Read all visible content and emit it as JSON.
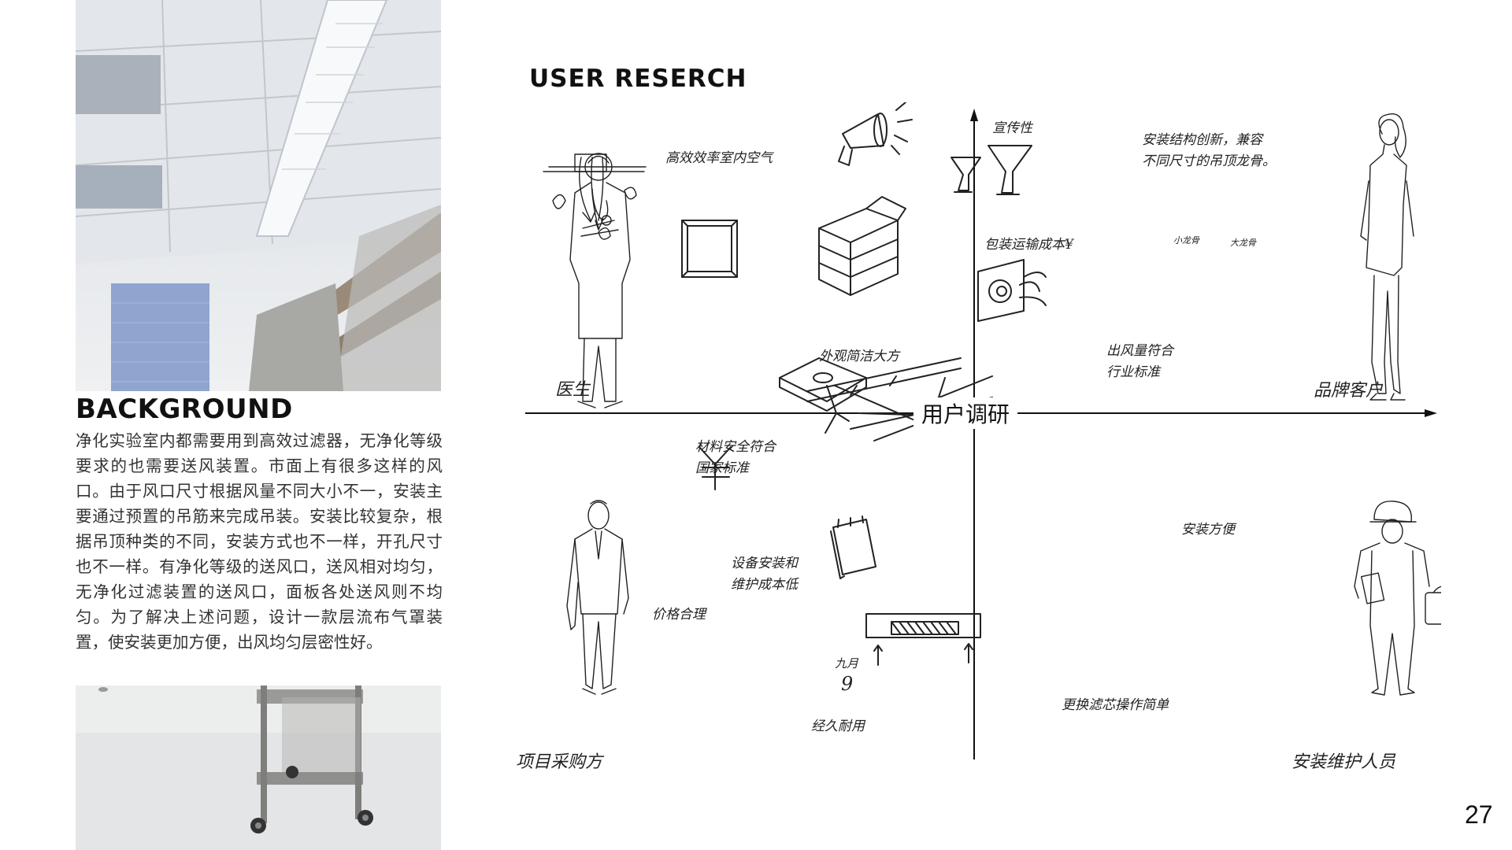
{
  "background": {
    "title": "BACKGROUND",
    "body": "净化实验室内都需要用到高效过滤器，无净化等级要求的也需要送风装置。市面上有很多这样的风口。由于风口尺寸根据风量不同大小不一，安装主要通过预置的吊筋来完成吊装。安装比较复杂，根据吊顶种类的不同，安装方式也不一样，开孔尺寸也不一样。有净化等级的送风口，送风相对均匀，无净化过滤装置的送风口，面板各处送风则不均匀。为了解决上述问题，设计一款层流布气罩装置，使安装更加方便，出风均匀层密性好。"
  },
  "research": {
    "title": "USER RESERCH",
    "center_label": "用户调研",
    "quadrant_doctor": {
      "persona": "医生",
      "note_filter": "高效效率室内空气",
      "note_look": "外观简洁大方"
    },
    "quadrant_brand": {
      "persona": "品牌客户",
      "note_promo": "宣传性",
      "note_structure_line1": "安装结构创新，兼容",
      "note_structure_line2": "不同尺寸的吊顶龙骨。",
      "label_small": "小龙骨",
      "label_big": "大龙骨",
      "note_cost": "包装运输成本¥",
      "note_air_line1": "出风量符合",
      "note_air_line2": "行业标准"
    },
    "quadrant_purchaser": {
      "persona": "项目采购方",
      "note_material_line1": "材料安全符合",
      "note_material_line2": "国家标准",
      "note_maint_line1": "设备安装和",
      "note_maint_line2": "维护成本低",
      "note_price": "价格合理",
      "calendar_month": "九月",
      "calendar_day": "9",
      "note_durable": "经久耐用"
    },
    "quadrant_installer": {
      "persona": "安装维护人员",
      "note_easy": "安装方便",
      "note_replace": "更换滤芯操作简单"
    }
  },
  "page_number": "27",
  "colors": {
    "ink": "#222222",
    "text": "#333333"
  }
}
